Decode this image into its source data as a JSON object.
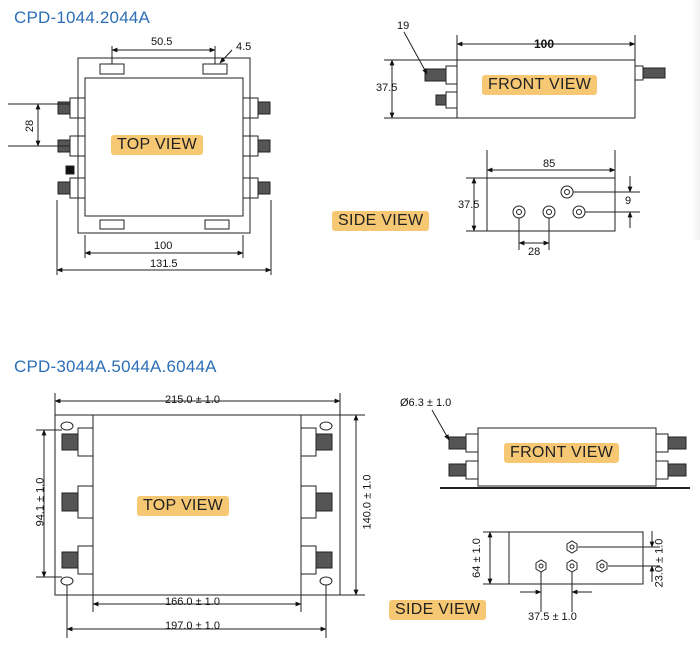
{
  "section1": {
    "title": "CPD-1044.2044A",
    "top_view": {
      "label": "TOP VIEW",
      "dims": {
        "d50_5": "50.5",
        "d4_5": "4.5",
        "d28": "28",
        "d100": "100",
        "d131_5": "131.5"
      }
    },
    "front_view": {
      "label": "FRONT VIEW",
      "dims": {
        "d19": "19",
        "d100": "100",
        "d37_5": "37.5"
      }
    },
    "side_view": {
      "label": "SIDE VIEW",
      "dims": {
        "d85": "85",
        "d37_5": "37.5",
        "d9": "9",
        "d28": "28"
      }
    }
  },
  "section2": {
    "title": "CPD-3044A.5044A.6044A",
    "top_view": {
      "label": "TOP VIEW",
      "dims": {
        "d215": "215.0 ± 1.0",
        "d94_1": "94.1 ± 1.0",
        "d140": "140.0 ± 1.0",
        "d166": "166.0 ± 1.0",
        "d197": "197.0 ± 1.0"
      }
    },
    "front_view": {
      "label": "FRONT VIEW",
      "dims": {
        "d6_3": "Ø6.3 ± 1.0"
      }
    },
    "side_view": {
      "label": "SIDE VIEW",
      "dims": {
        "d64": "64 ± 1.0",
        "d23": "23.0 ± 1.0",
        "d37_5": "37.5 ± 1.0"
      }
    }
  }
}
